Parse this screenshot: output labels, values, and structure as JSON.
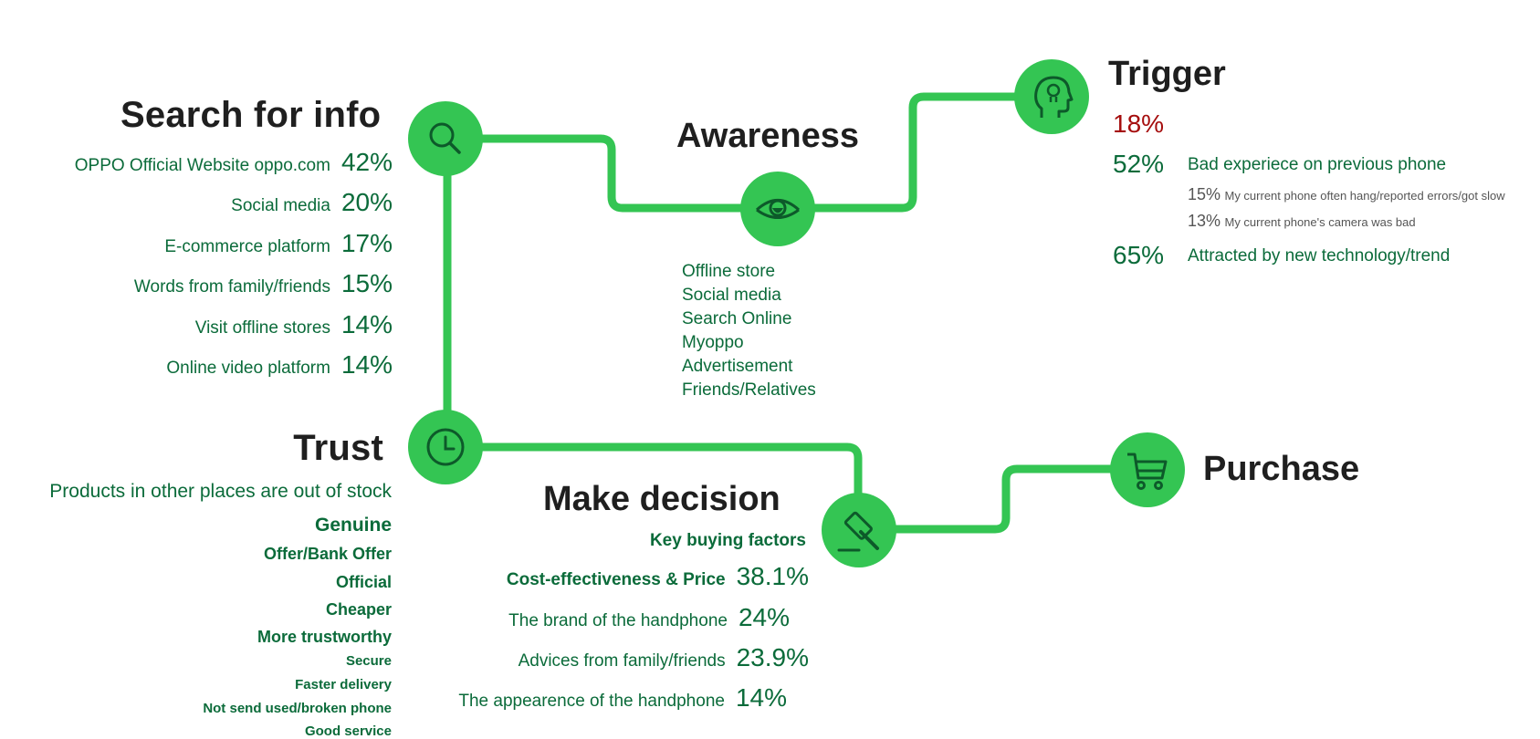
{
  "search": {
    "title": "Search for info",
    "items": [
      {
        "label": "OPPO Official Website oppo.com",
        "pct": "42%"
      },
      {
        "label": "Social media",
        "pct": "20%"
      },
      {
        "label": "E-commerce platform",
        "pct": "17%"
      },
      {
        "label": "Words from family/friends",
        "pct": "15%"
      },
      {
        "label": "Visit offline stores",
        "pct": "14%"
      },
      {
        "label": "Online video platform",
        "pct": "14%"
      }
    ]
  },
  "awareness": {
    "title": "Awareness",
    "items": [
      "Offline store",
      "Social media",
      "Search Online",
      "Myoppo",
      "Advertisement",
      "Friends/Relatives"
    ]
  },
  "trigger": {
    "title": "Trigger",
    "headline_pct": "18%",
    "bad": {
      "pct": "52%",
      "label": "Bad experiece on previous phone"
    },
    "sub": [
      {
        "pct": "15%",
        "label": "My current phone often hang/reported errors/got slow"
      },
      {
        "pct": "13%",
        "label": "My current phone's camera was bad"
      }
    ],
    "attracted": {
      "pct": "65%",
      "label": "Attracted by new technology/trend"
    }
  },
  "trust": {
    "title": "Trust",
    "items": [
      "Products in other places are out of stock",
      "Genuine",
      "Offer/Bank Offer",
      "Official",
      "Cheaper",
      "More trustworthy",
      "Secure",
      "Faster delivery",
      "Not send used/broken phone",
      "Good service"
    ]
  },
  "decision": {
    "title": "Make decision",
    "subtitle": "Key buying factors",
    "items": [
      {
        "label": "Cost-effectiveness & Price",
        "pct": "38.1%"
      },
      {
        "label": "The brand of the handphone",
        "pct": "24%"
      },
      {
        "label": "Advices from family/friends",
        "pct": "23.9%"
      },
      {
        "label": "The appearence of the handphone",
        "pct": "14%"
      }
    ]
  },
  "purchase": {
    "title": "Purchase"
  },
  "icons": {
    "search": "magnifier-icon",
    "awareness": "eye-icon",
    "trigger": "head-lightbulb-icon",
    "trust": "clock-icon",
    "decision": "gavel-icon",
    "purchase": "shopping-cart-icon"
  },
  "colors": {
    "accent": "#34c553",
    "text_green": "#0b6b3a",
    "heading": "#1f1f1f",
    "highlight_red": "#a50d0d",
    "icon_stroke": "#0d5a2a"
  }
}
